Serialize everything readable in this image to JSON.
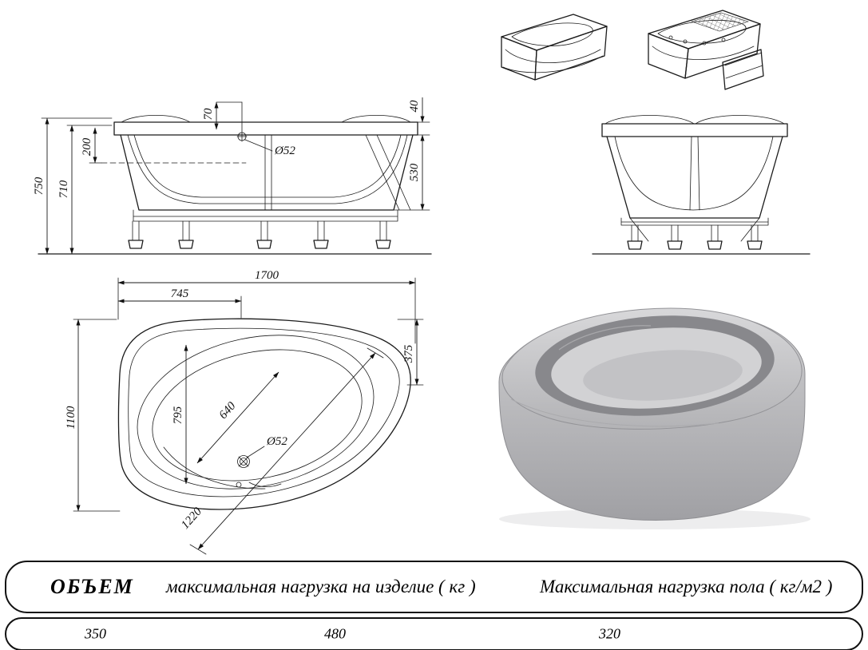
{
  "side_view": {
    "h750": "750",
    "h710": "710",
    "h200": "200",
    "w70": "70",
    "dia": "Ø52",
    "t40": "40",
    "d530": "530"
  },
  "plan_view": {
    "w1700": "1700",
    "w745": "745",
    "h1100": "1100",
    "h795": "795",
    "d640": "640",
    "dia": "Ø52",
    "d1220": "1220",
    "h375": "375"
  },
  "table": {
    "headers": [
      "ОБЪЕМ",
      "максимальная нагрузка на изделие ( кг )",
      "Максимальная нагрузка пола ( кг/м2 )"
    ],
    "values": [
      "350",
      "480",
      "320"
    ]
  },
  "colors": {
    "line": "#1b1b1b",
    "render_body": "#c0c0c3",
    "render_shadow": "#8f8f92",
    "render_basin": "#d6d6d8"
  }
}
